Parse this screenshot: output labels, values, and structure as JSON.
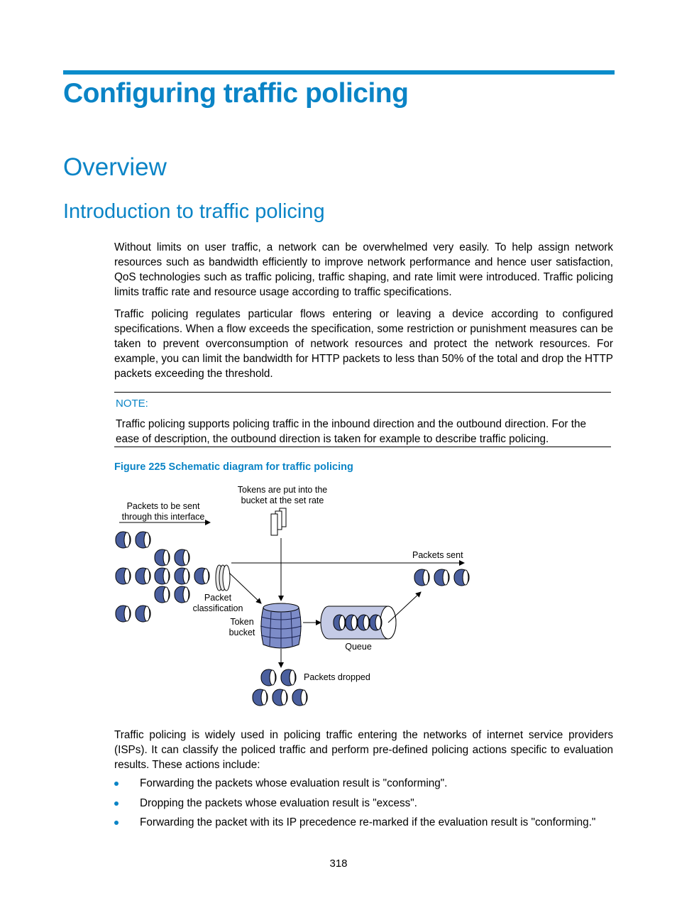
{
  "chapter_title": "Configuring traffic policing",
  "section_title": "Overview",
  "subsection_title": "Introduction to traffic policing",
  "paragraphs": [
    "Without limits on user traffic, a network can be overwhelmed very easily. To help assign network resources such as bandwidth efficiently to improve network performance and hence user satisfaction, QoS technologies such as traffic policing, traffic shaping, and rate limit were introduced. Traffic policing limits traffic rate and resource usage according to traffic specifications.",
    "Traffic policing regulates particular flows entering or leaving a device according to configured specifications. When a flow exceeds the specification, some restriction or punishment measures can be taken to prevent overconsumption of network resources and protect the network resources. For example, you can limit the bandwidth for HTTP packets to less than 50% of the total and drop the HTTP packets exceeding the threshold."
  ],
  "note": {
    "label": "NOTE:",
    "text": "Traffic policing supports policing traffic in the inbound direction and the outbound direction. For the ease of description, the outbound direction is taken for example to describe traffic policing."
  },
  "figure": {
    "caption": "Figure 225 Schematic diagram for traffic policing",
    "labels": {
      "tokens_line1": "Tokens are put into the",
      "tokens_line2": "bucket at the set rate",
      "packets_in_line1": "Packets to be sent",
      "packets_in_line2": "through this interface",
      "packets_sent": "Packets sent",
      "classification_line1": "Packet",
      "classification_line2": "classification",
      "bucket_line1": "Token",
      "bucket_line2": "bucket",
      "queue": "Queue",
      "packets_dropped": "Packets dropped"
    },
    "colors": {
      "packet_fill": "#4a5f9e",
      "queue_fill": "#c5cbe6",
      "bucket_fill": "#7d8cc8"
    }
  },
  "closing_paragraph": "Traffic policing is widely used in policing traffic entering the networks of internet service providers (ISPs). It can classify the policed traffic and perform pre-defined policing actions specific to evaluation results. These actions include:",
  "bullets": [
    "Forwarding the packets whose evaluation result is \"conforming\".",
    "Dropping the packets whose evaluation result is \"excess\".",
    "Forwarding the packet with its IP precedence re-marked if the evaluation result is \"conforming.\""
  ],
  "page_number": "318",
  "accent_color": "#0a84c6"
}
